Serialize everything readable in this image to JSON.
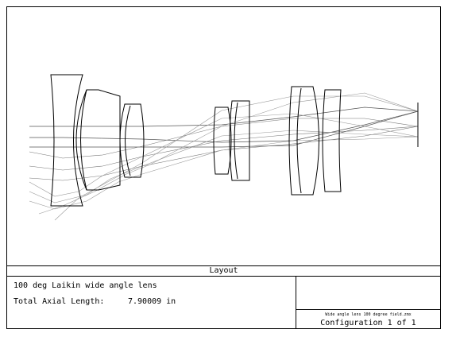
{
  "layout_title": "Layout",
  "lens_description": "100 deg Laikin wide angle lens",
  "axial_length_label": "Total Axial Length:",
  "axial_length_value": "7.90009 in",
  "file_name": "Wide angle lens 100 degree field.zmx",
  "configuration": "Configuration 1 of 1",
  "colors": {
    "rays": "#666666",
    "rays_light": "#9a9a9a",
    "lens": "#000000"
  }
}
